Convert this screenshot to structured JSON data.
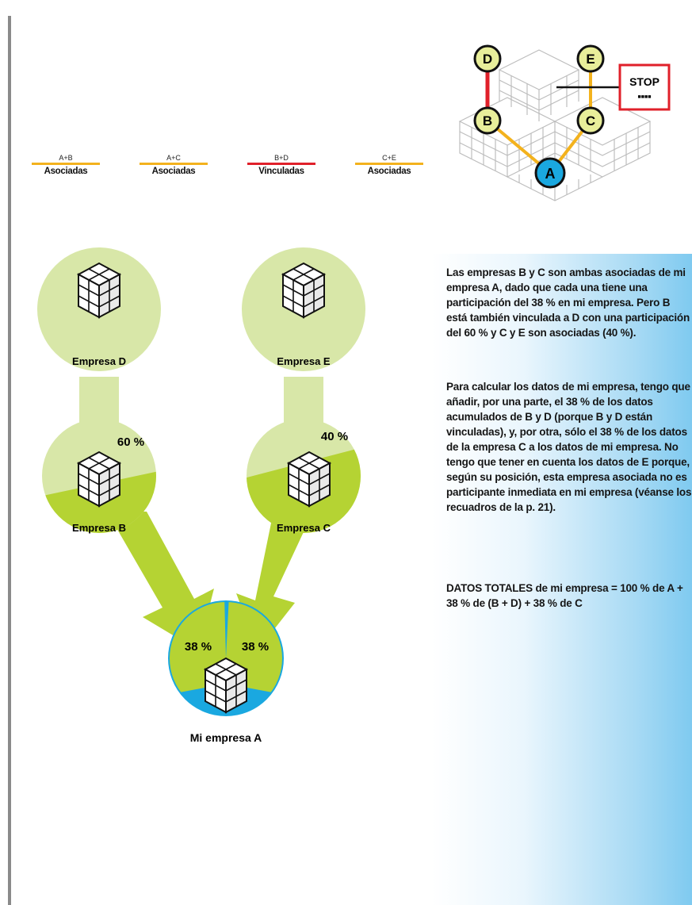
{
  "legend": [
    {
      "code": "A+B",
      "label": "Asociadas",
      "color": "#f3b21d"
    },
    {
      "code": "A+C",
      "label": "Asociadas",
      "color": "#f3b21d"
    },
    {
      "code": "B+D",
      "label": "Vinculadas",
      "color": "#e0202a"
    },
    {
      "code": "C+E",
      "label": "Asociadas",
      "color": "#f3b21d"
    }
  ],
  "structure": {
    "nodes": [
      "D",
      "E",
      "B",
      "C",
      "A"
    ],
    "stop_label": "STOP",
    "stop_sub": "■■■■"
  },
  "flow": {
    "company_d": "Empresa D",
    "company_e": "Empresa E",
    "company_b": "Empresa B",
    "company_c": "Empresa C",
    "company_a": "Mi empresa A",
    "pct_b": "60 %",
    "pct_c": "40 %",
    "pct_a_left": "38 %",
    "pct_a_right": "38 %"
  },
  "colors": {
    "light_green": "#d8e7a8",
    "dark_green": "#b5d333",
    "yellow_line": "#f3b21d",
    "red_line": "#e0202a",
    "blue": "#1aa8e0"
  },
  "text": {
    "paragraph1": "Las empresas B y C son ambas asociadas de mi empresa A, dado que cada una tiene una participación del 38 % en mi empresa. Pero B está también vinculada a D con una participación del 60 % y C y E son asociadas (40 %).",
    "paragraph2": "Para calcular los datos de mi empresa, tengo que añadir, por una parte, el 38 % de los datos acumulados de B y D (porque B y D están vinculadas), y, por otra, sólo el 38 % de los datos de la empresa C a los datos de mi empresa. No tengo que tener en cuenta los datos de E porque, según su posición, esta empresa asociada no es participante inmediata en mi empresa (véanse los recuadros de la p. 21).",
    "totals": "DATOS TOTALES de mi empresa = 100 % de A + 38 % de (B + D) + 38 % de C"
  }
}
